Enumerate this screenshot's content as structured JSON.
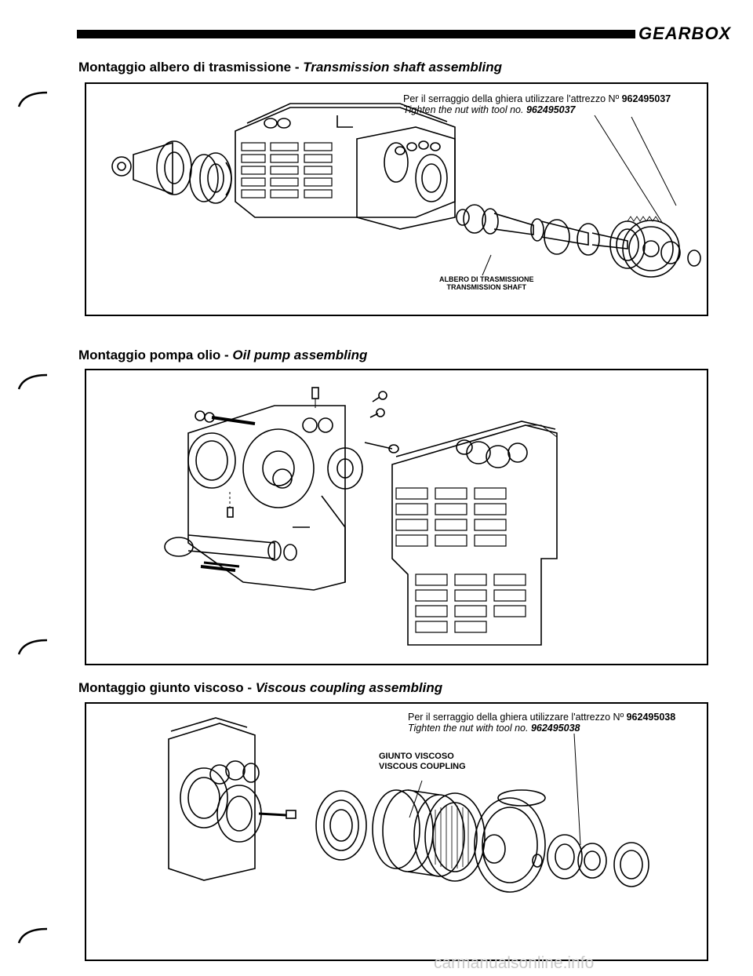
{
  "header": {
    "title": "GEARBOX"
  },
  "sections": [
    {
      "title_it": "Montaggio albero di trasmissione - ",
      "title_en": "Transmission shaft assembling",
      "note_it_prefix": "Per il serraggio della ghiera utilizzare l'attrezzo Nº ",
      "note_tool": "962495037",
      "note_en_prefix": "Tighten the nut with tool no. ",
      "note_en_tool": "962495037",
      "callout_line1": "ALBERO DI TRASMISSIONE",
      "callout_line2": "TRANSMISSION SHAFT"
    },
    {
      "title_it": "Montaggio pompa olio - ",
      "title_en": "Oil pump assembling"
    },
    {
      "title_it": "Montaggio giunto viscoso - ",
      "title_en": "Viscous coupling assembling",
      "note_it_prefix": "Per il serraggio della ghiera utilizzare l'attrezzo Nº ",
      "note_tool": "962495038",
      "note_en_prefix": "Tighten the nut with tool no. ",
      "note_en_tool": "962495038",
      "callout_line1": "GIUNTO VISCOSO",
      "callout_line2": "VISCOUS COUPLING"
    }
  ],
  "footer": {
    "watermark": "carmanualsonline.info"
  }
}
